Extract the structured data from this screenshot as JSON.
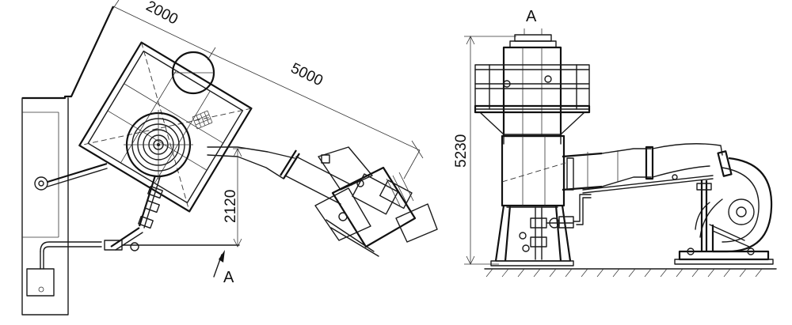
{
  "drawing": {
    "plan_view": {
      "dimensions": {
        "span_top": "2000",
        "span_long": "5000",
        "vertical": "2120"
      },
      "view_marker": "A"
    },
    "elevation_view": {
      "view_label": "A",
      "dimensions": {
        "height": "5230"
      }
    }
  }
}
